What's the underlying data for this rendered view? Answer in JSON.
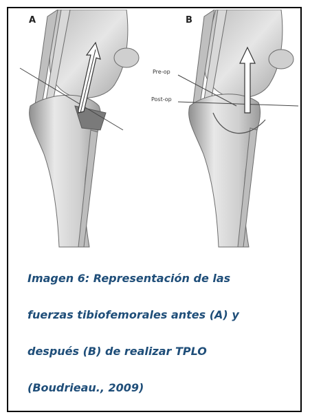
{
  "figure": {
    "panel_a_label": "A",
    "panel_b_label": "B",
    "annotations": {
      "pre_op": "Pre-op",
      "post_op": "Post-op"
    },
    "colors": {
      "bone": "#d9d9d9",
      "bone_shade": "#a6a6a6",
      "arrow": "#ffffff",
      "line": "#444444"
    }
  },
  "caption": {
    "lines": [
      "Imagen 6: Representación de las",
      "fuerzas tibiofemorales  antes (A) y",
      "después  (B) de realizar TPLO",
      "(Boudrieau.,  2009)"
    ],
    "color": "#1f4e79"
  }
}
